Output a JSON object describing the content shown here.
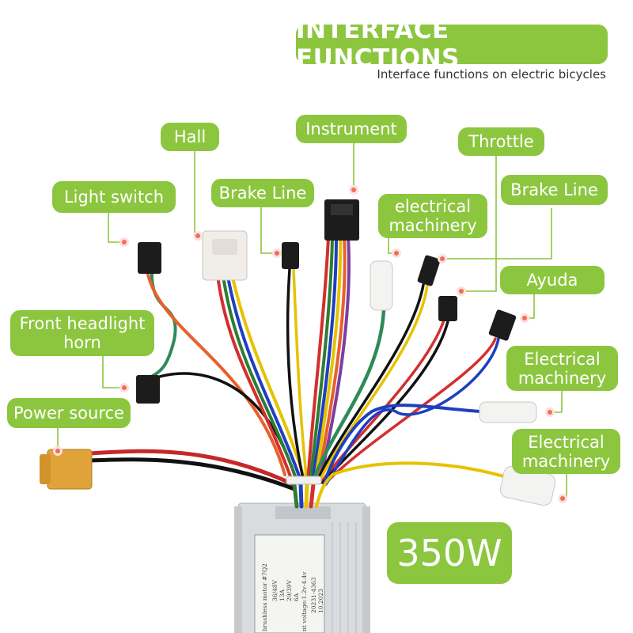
{
  "header": {
    "title": "INTERFACE FUNCTIONS",
    "subtitle": "Interface functions on electric bicycles"
  },
  "labels": {
    "hall": "Hall",
    "instrument": "Instrument",
    "throttle": "Throttle",
    "light_switch": "Light switch",
    "brake_line_left": "Brake Line",
    "electrical_machinery_top": "electrical machinery",
    "brake_line_right": "Brake Line",
    "ayuda": "Ayuda",
    "front_headlight_horn": "Front headlight horn",
    "electrical_machinery_mid": "Electrical machinery",
    "power_source": "Power source",
    "electrical_machinery_bottom": "Electrical machinery"
  },
  "power_rating": "350W",
  "controller_label": {
    "line1": "brushless motor #7Q2",
    "line2": "36/48V",
    "line3": "13A",
    "line4": "29/39V",
    "line5": "6A",
    "line6": "nt voltage:1.2v-4.4v",
    "line7": "20231-4363",
    "line8": "10.2023"
  },
  "colors": {
    "label_green": "#8cc63f",
    "marker_red": "#f26b5b"
  }
}
